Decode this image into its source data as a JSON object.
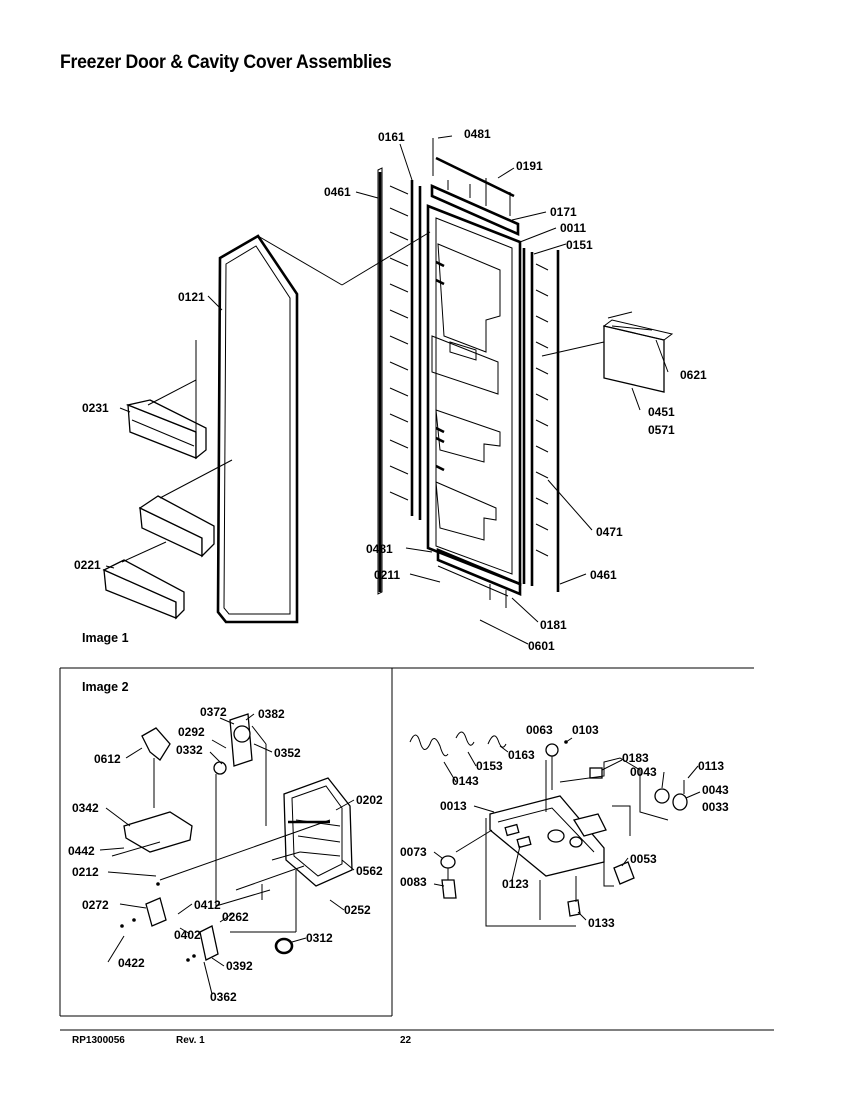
{
  "page_title": "Freezer Door & Cavity Cover Assemblies",
  "image_labels": [
    "Image 1",
    "Image 2"
  ],
  "footer": {
    "doc_number": "RP1300056",
    "revision": "Rev. 1",
    "page_number": "22"
  },
  "part_labels": {
    "img1": [
      "0161",
      "0481",
      "0191",
      "0461",
      "0171",
      "0011",
      "0151",
      "0121",
      "0621",
      "0231",
      "0451",
      "0571",
      "0471",
      "0481",
      "0221",
      "0211",
      "0461",
      "0181",
      "0601"
    ],
    "img2": [
      "0372",
      "0382",
      "0292",
      "0612",
      "0332",
      "0352",
      "0342",
      "0202",
      "0442",
      "0562",
      "0212",
      "0272",
      "0412",
      "0262",
      "0252",
      "0402",
      "0312",
      "0422",
      "0392",
      "0362"
    ],
    "img3": [
      "0063",
      "0103",
      "0163",
      "0153",
      "0143",
      "0183",
      "0043",
      "0113",
      "0043",
      "0033",
      "0013",
      "0073",
      "0123",
      "0053",
      "0083",
      "0133"
    ]
  }
}
